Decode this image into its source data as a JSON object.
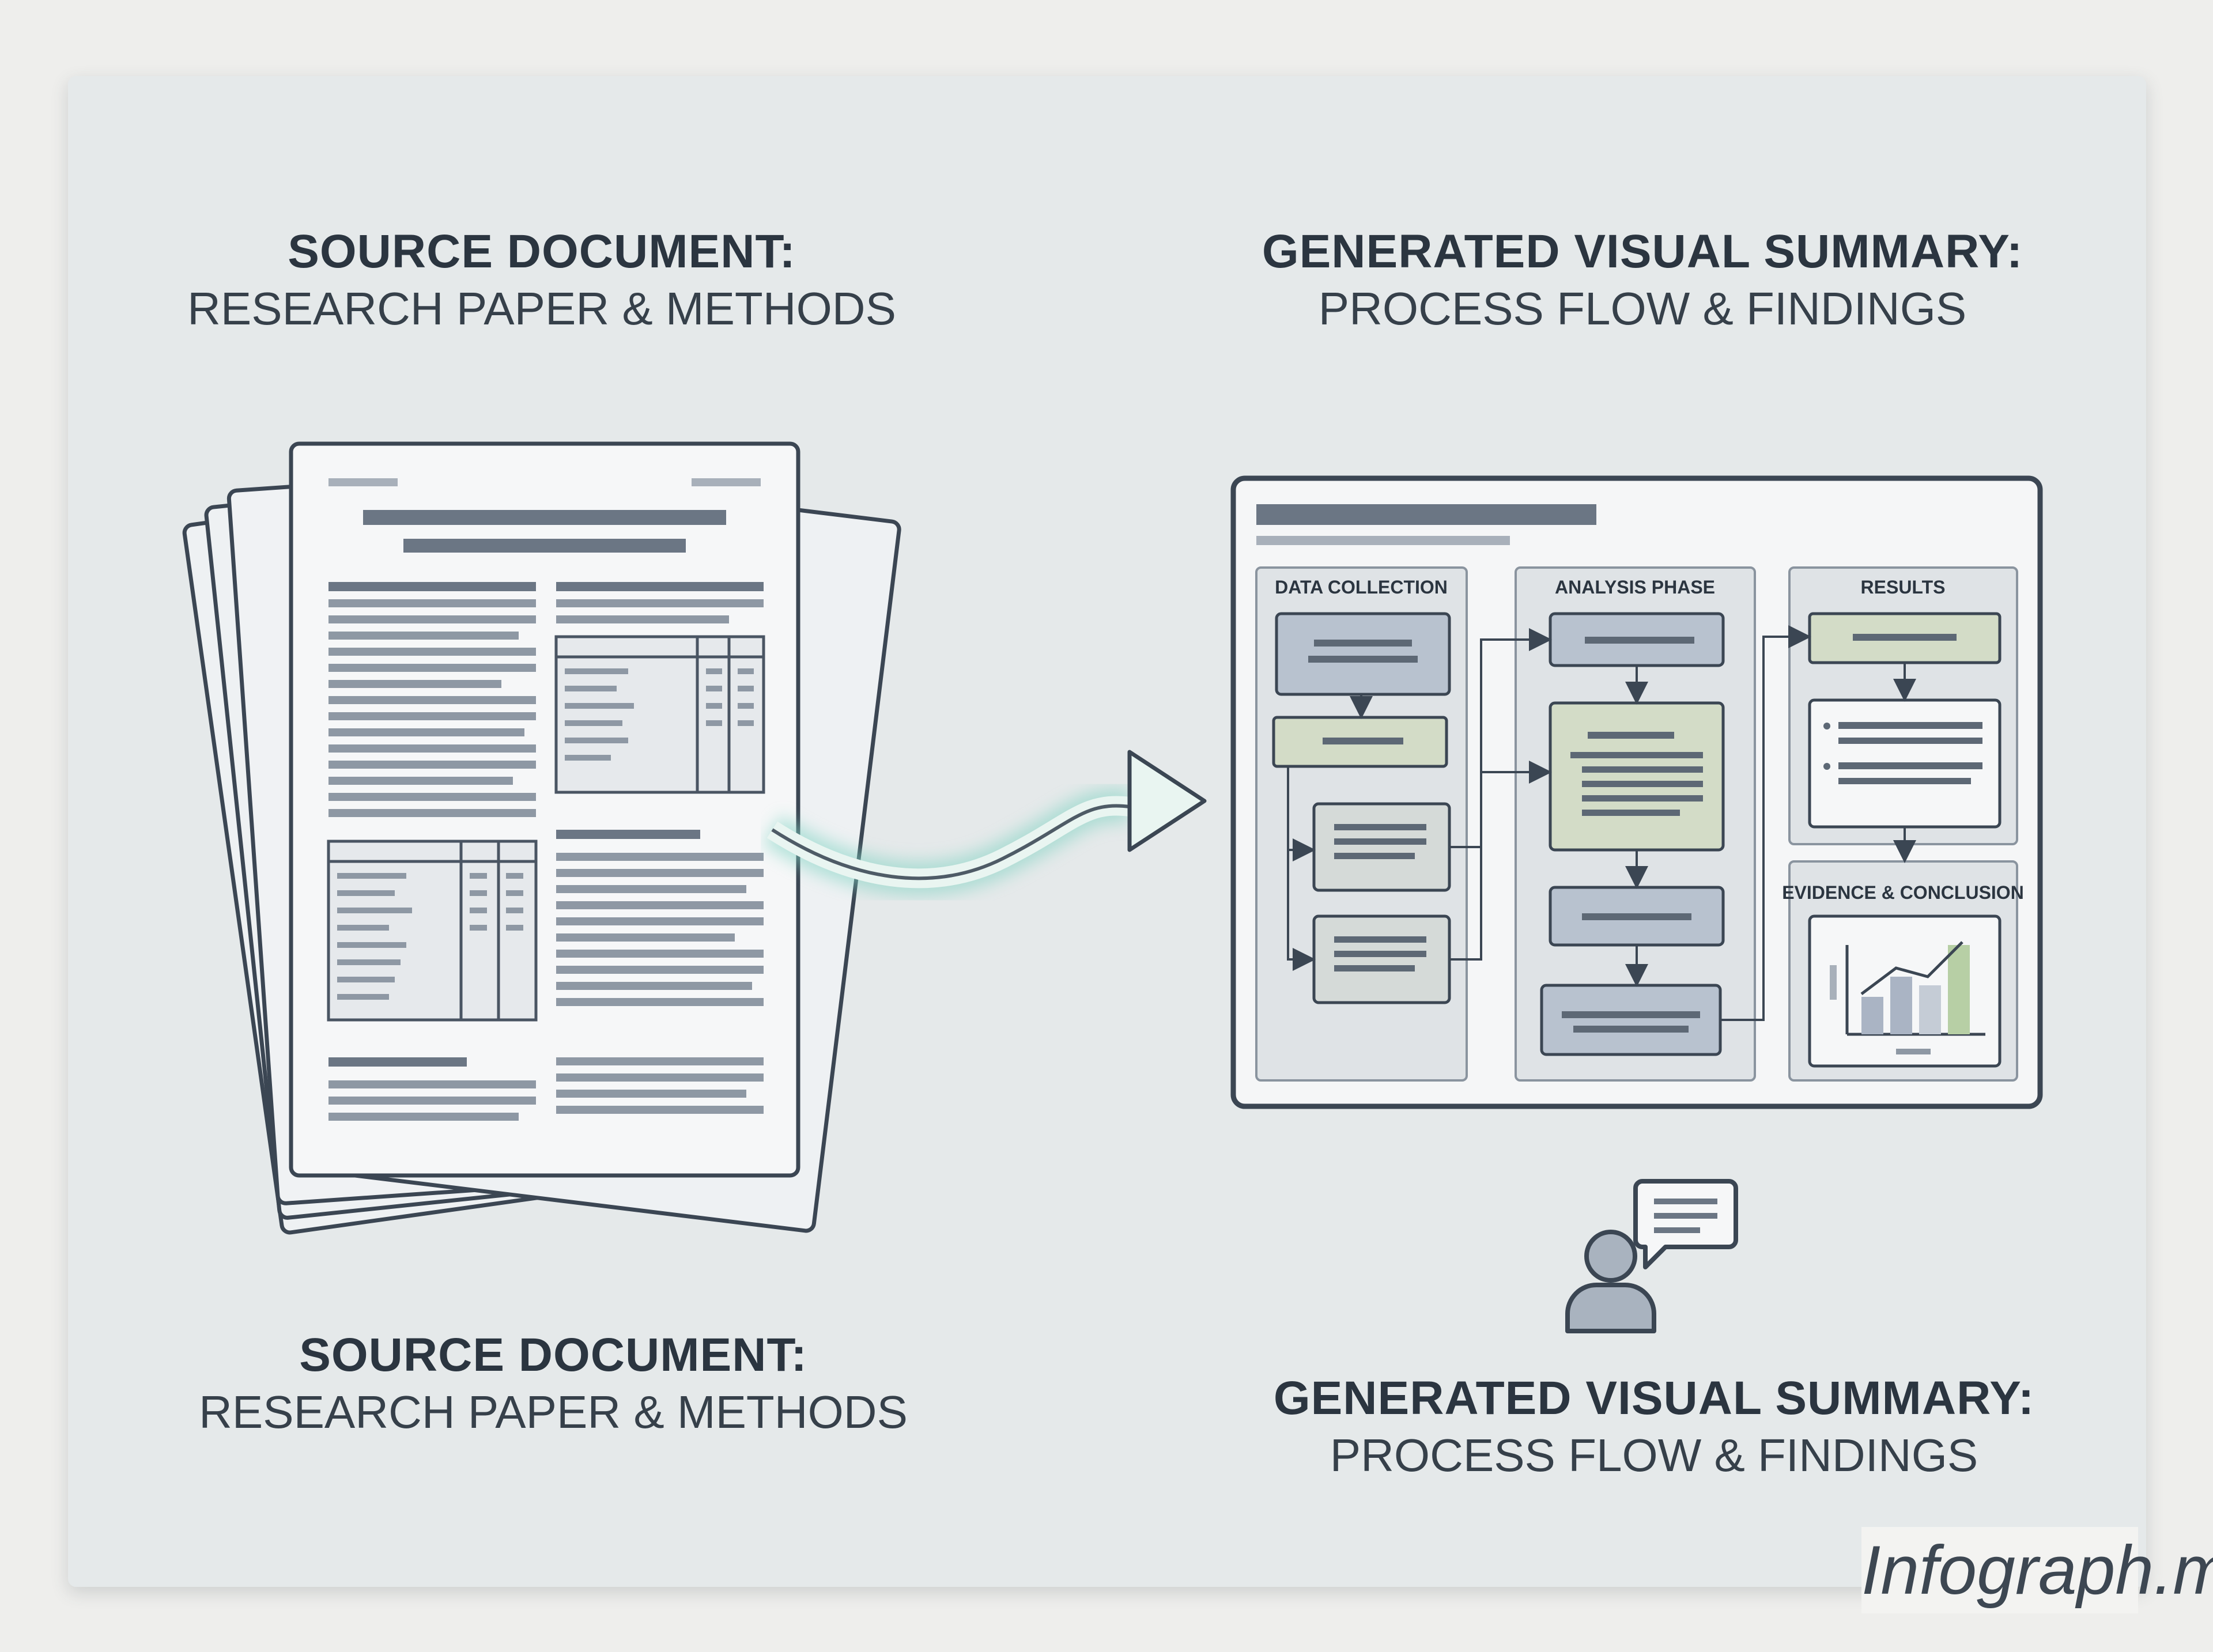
{
  "labels": {
    "top_left": {
      "bold": "SOURCE DOCUMENT:",
      "regular": "RESEARCH PAPER & METHODS"
    },
    "top_right": {
      "bold": "GENERATED VISUAL SUMMARY:",
      "regular": "PROCESS FLOW & FINDINGS"
    },
    "bottom_left": {
      "bold": "SOURCE DOCUMENT:",
      "regular": "RESEARCH PAPER & METHODS"
    },
    "bottom_right": {
      "bold": "GENERATED VISUAL SUMMARY:",
      "regular": "PROCESS FLOW & FINDINGS"
    }
  },
  "summary": {
    "columns": [
      "DATA COLLECTION",
      "ANALYSIS PHASE",
      "RESULTS"
    ],
    "evidence_title": "EVIDENCE & CONCLUSION"
  },
  "brand": "Infograph.me",
  "colors": {
    "background": "#e5e9ea",
    "ink": "#2b3540",
    "box_blue": "#b8c2cf",
    "box_green": "#d3dcc7",
    "arrow_glow": "#7fd3c2"
  }
}
